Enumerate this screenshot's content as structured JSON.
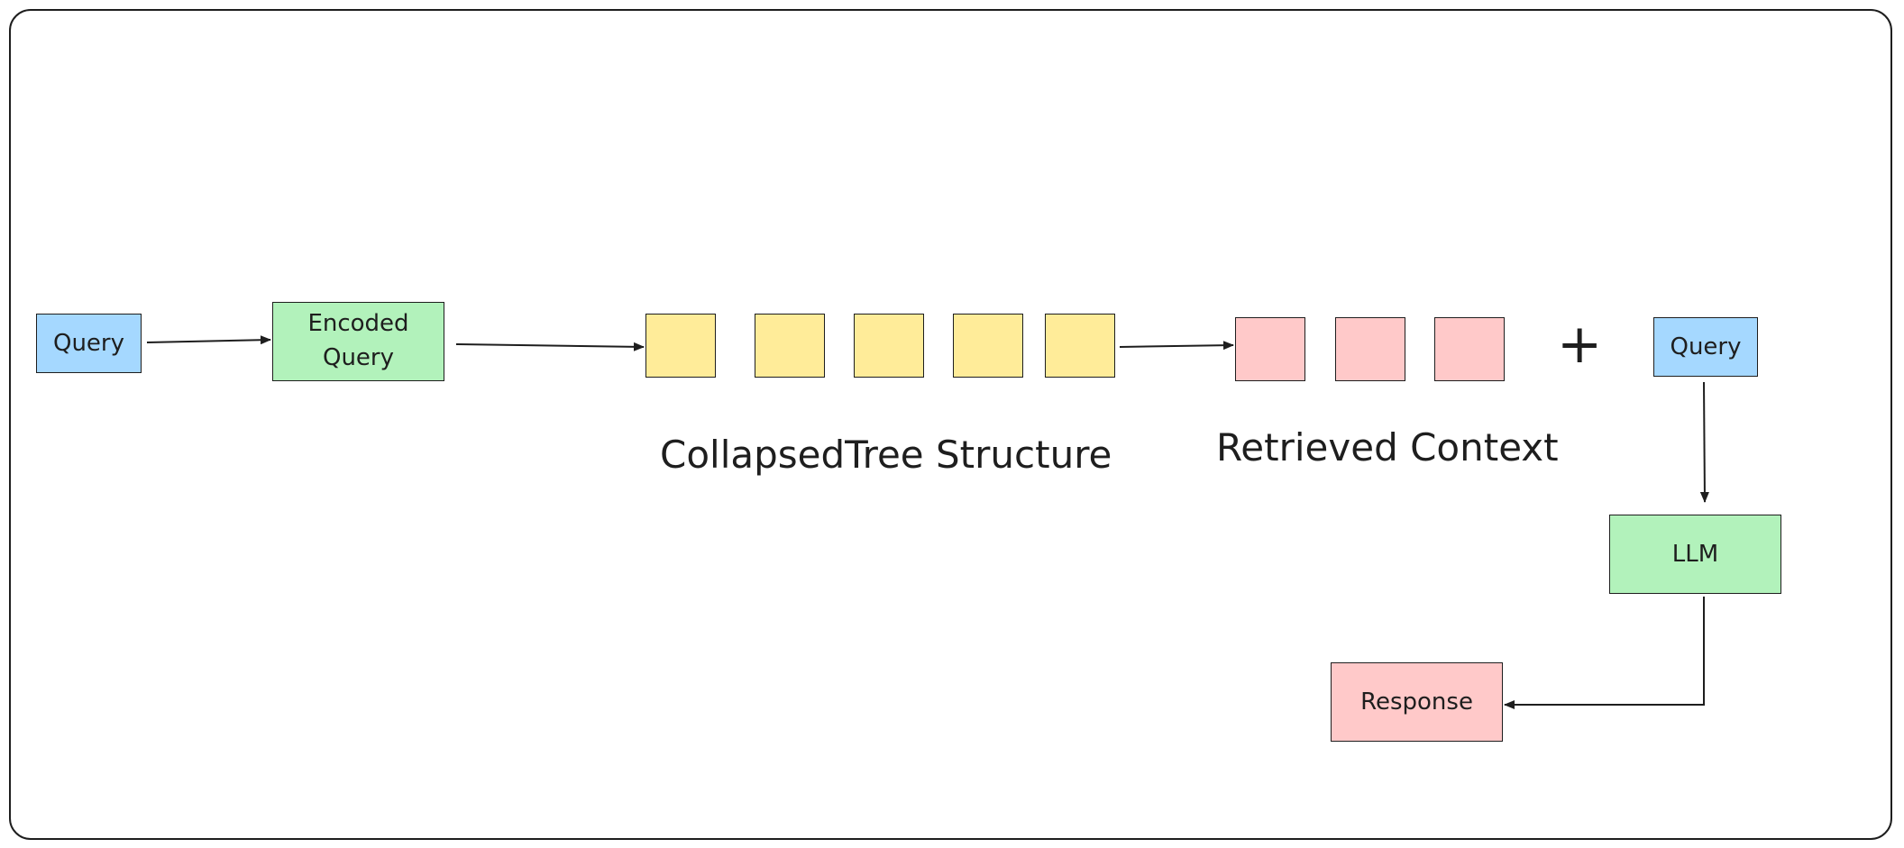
{
  "colors": {
    "query_fill": "#a5d8ff",
    "encoded_fill": "#b2f2bb",
    "tree_fill": "#ffec99",
    "context_fill": "#ffc9c9",
    "llm_fill": "#b2f2bb",
    "response_fill": "#ffc9c9",
    "stroke": "#1e1e1e"
  },
  "nodes": {
    "query_input": "Query",
    "encoded_query_line1": "Encoded",
    "encoded_query_line2": "Query",
    "query_combined": "Query",
    "llm": "LLM",
    "response": "Response"
  },
  "labels": {
    "tree_structure": "CollapsedTree Structure",
    "retrieved_context": "Retrieved Context",
    "plus": "+"
  },
  "tree_nodes_count": 5,
  "context_nodes_count": 3,
  "edges": [
    {
      "from": "query_input",
      "to": "encoded_query"
    },
    {
      "from": "encoded_query",
      "to": "tree_node_1"
    },
    {
      "from": "tree_node_5",
      "to": "context_node_1"
    },
    {
      "from": "query_combined",
      "to": "llm"
    },
    {
      "from": "llm",
      "to": "response"
    }
  ]
}
